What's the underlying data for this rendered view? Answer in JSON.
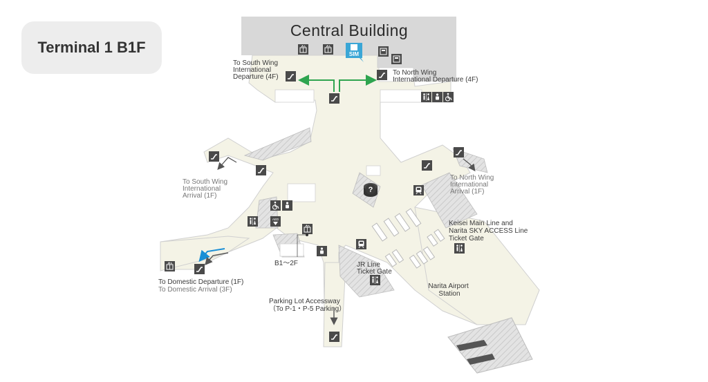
{
  "floor_label": "Terminal 1 B1F",
  "building_title": "Central  Building",
  "sim_label": "SIM",
  "colors": {
    "floor": "#f4f3e6",
    "wall": "#d9d9d9",
    "hatch": "#c8c8c8",
    "icon_bg": "#4a4a4a",
    "arrow_green": "#2ea44f",
    "arrow_blue": "#1a8fd6",
    "arrow_gray": "#555555",
    "sim_bg": "#3aa6d6"
  },
  "labels": {
    "south_dep": [
      "To South Wing",
      "International",
      "Departure (4F)"
    ],
    "north_dep": [
      "To North Wing",
      "International Departure (4F)"
    ],
    "south_arr": [
      "To South Wing",
      "International",
      "Arrival (1F)"
    ],
    "north_arr": [
      "To North Wing",
      "International",
      "Arrival (1F)"
    ],
    "keisei": [
      "Keisei Main Line and",
      "Narita SKY ACCESS Line",
      "Ticket Gate"
    ],
    "jr": [
      "JR Line",
      "Ticket Gate"
    ],
    "station": [
      "Narita Airport",
      "Station"
    ],
    "domestic_dep": "To Domestic Departure (1F)",
    "domestic_arr": "To Domestic Arrival (3F)",
    "b1_2f": "B1～2F",
    "parking": [
      "Parking Lot Accessway",
      "（To P-1・P-5 Parking）"
    ]
  },
  "icons": {
    "elevator": "elevator-icon",
    "escalator": "escalator-icon",
    "restroom": "restroom-icon",
    "accessible": "accessible-icon",
    "baby_room": "baby-room-icon",
    "information": "information-icon",
    "train": "train-icon",
    "aed": "aed-icon",
    "aed_text": "AED",
    "atm": "atm-icon",
    "info_symbol": "?"
  }
}
